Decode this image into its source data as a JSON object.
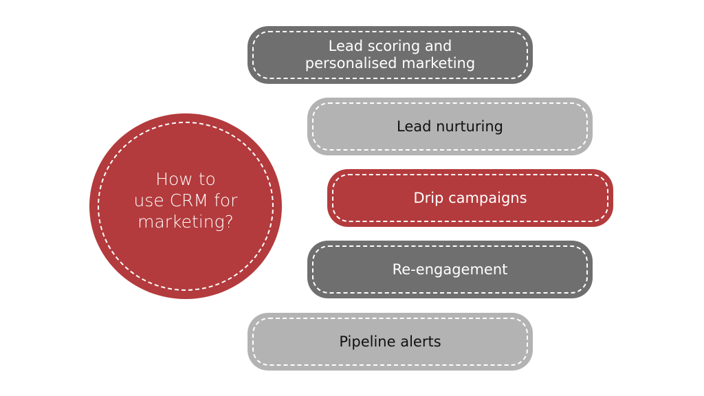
{
  "center": {
    "title_lines": [
      "How to",
      "use CRM for",
      "marketing?"
    ],
    "color": "#b33b3d"
  },
  "items": [
    {
      "label_lines": [
        "Lead scoring and",
        "personalised marketing"
      ],
      "style": "dark",
      "color": "#6f6f6f"
    },
    {
      "label_lines": [
        "Lead nurturing"
      ],
      "style": "light",
      "color": "#b3b3b3"
    },
    {
      "label_lines": [
        "Drip campaigns"
      ],
      "style": "red",
      "color": "#b33b3d"
    },
    {
      "label_lines": [
        "Re-engagement"
      ],
      "style": "dark",
      "color": "#6f6f6f"
    },
    {
      "label_lines": [
        "Pipeline alerts"
      ],
      "style": "light",
      "color": "#b3b3b3"
    }
  ]
}
